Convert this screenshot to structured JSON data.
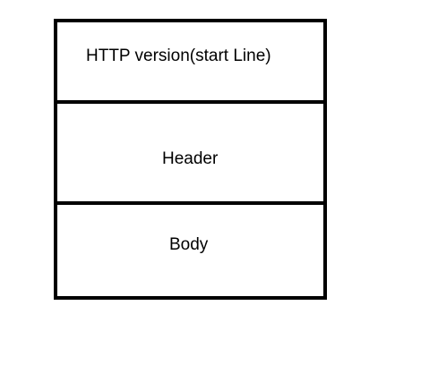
{
  "diagram": {
    "sections": [
      {
        "label": "HTTP version(start Line)"
      },
      {
        "label": "Header"
      },
      {
        "label": "Body"
      }
    ],
    "colors": {
      "stroke": "#000000",
      "background": "#ffffff"
    }
  }
}
